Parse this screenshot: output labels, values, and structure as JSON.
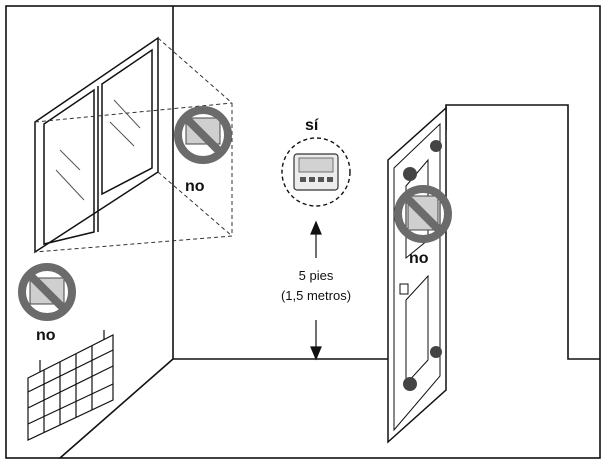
{
  "labels": {
    "window_no": "no",
    "heater_no": "no",
    "door_no": "no",
    "recommended": "sí",
    "height_line1": "5 pies",
    "height_line2": "(1,5 metros)"
  },
  "colors": {
    "stroke": "#111111",
    "prohibit": "#6b6b6b",
    "device": "#cfcfcf"
  },
  "icons": {
    "prohibit": "prohibited-sign-icon",
    "thermostat": "thermostat-icon",
    "window": "window-icon",
    "heater": "radiator-icon",
    "door": "door-icon"
  }
}
